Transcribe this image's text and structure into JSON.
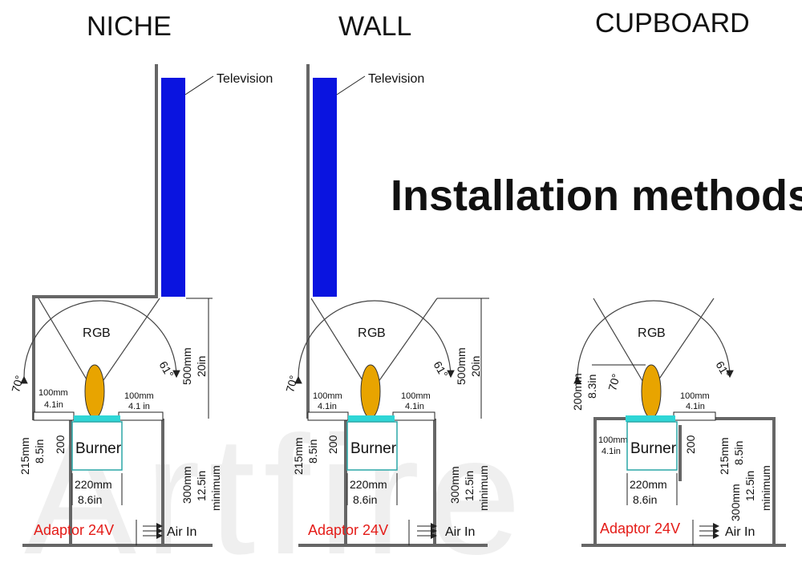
{
  "headers": {
    "niche": "NICHE",
    "wall": "WALL",
    "cupboard": "CUPBOARD"
  },
  "main_title": "Installation methods",
  "watermark": "Artfire",
  "labels": {
    "television": "Television",
    "rgb_r": "R",
    "rgb_g": "G",
    "rgb_b": "B",
    "angle_left": "70°",
    "angle_right": "61°",
    "side_mm": "100mm",
    "side_in": "4.1in",
    "side_in_alt": "4.1 in",
    "burner": "Burner",
    "burner_height": "200",
    "depth_mm": "215mm",
    "depth_in": "8.5in",
    "width_mm": "220mm",
    "width_in": "8.6in",
    "tv_clear_mm": "500mm",
    "tv_clear_in": "20in",
    "min_mm": "300mm",
    "min_in": "12.5in",
    "min_word": "minimum",
    "cup_clear_mm": "200mm",
    "cup_clear_in": "8.3in",
    "adaptor": "Adaptor 24V",
    "air_in": "Air In"
  },
  "colors": {
    "television": "#0a14e0",
    "flame": "#e8a400",
    "burner_top": "#2fd6d6",
    "red": "#e41b17",
    "green": "#2fae2f",
    "blue": "#1a3fd8"
  }
}
